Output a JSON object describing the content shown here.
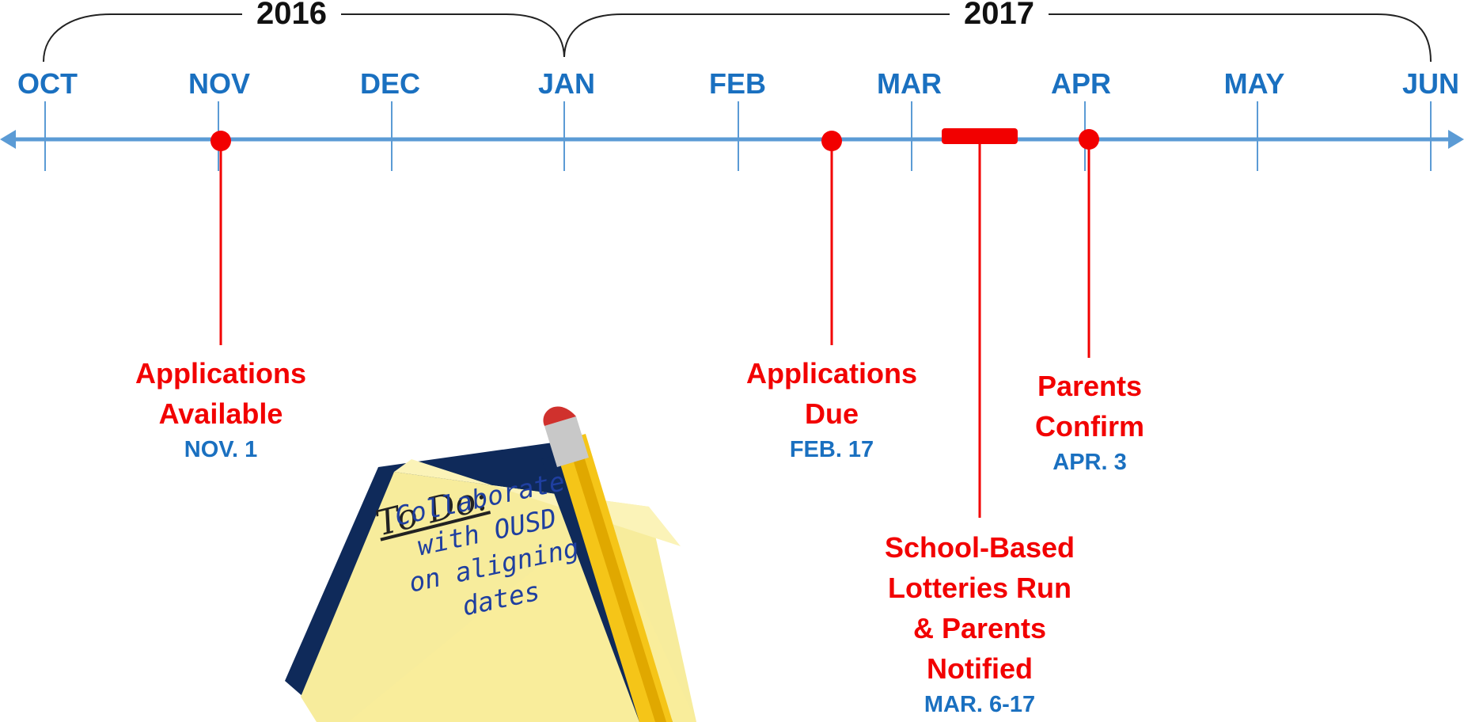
{
  "years": [
    "2016",
    "2017"
  ],
  "months": [
    "OCT",
    "NOV",
    "DEC",
    "JAN",
    "FEB",
    "MAR",
    "APR",
    "MAY",
    "JUN"
  ],
  "events": [
    {
      "title_lines": [
        "Applications",
        "Available"
      ],
      "date": "NOV. 1"
    },
    {
      "title_lines": [
        "Applications",
        "Due"
      ],
      "date": "FEB. 17"
    },
    {
      "title_lines": [
        "Parents",
        "Confirm"
      ],
      "date": "APR. 3"
    },
    {
      "title_lines": [
        "School-Based",
        "Lotteries Run",
        "& Parents",
        "Notified"
      ],
      "date": "MAR. 6-17"
    }
  ],
  "note": {
    "title": "To Do:",
    "lines": [
      "Collaborate",
      "with OUSD",
      "on aligning",
      "dates"
    ]
  },
  "colors": {
    "axis": "#5b9bd5",
    "month_text": "#1a70c0",
    "event_red": "#f20000",
    "year_text": "#111111",
    "note_paper": "#fbee9a",
    "note_back": "#0f2a5a",
    "pencil": "#f5c518"
  },
  "icons": [
    "pencil-icon",
    "sticky-note-icon"
  ]
}
